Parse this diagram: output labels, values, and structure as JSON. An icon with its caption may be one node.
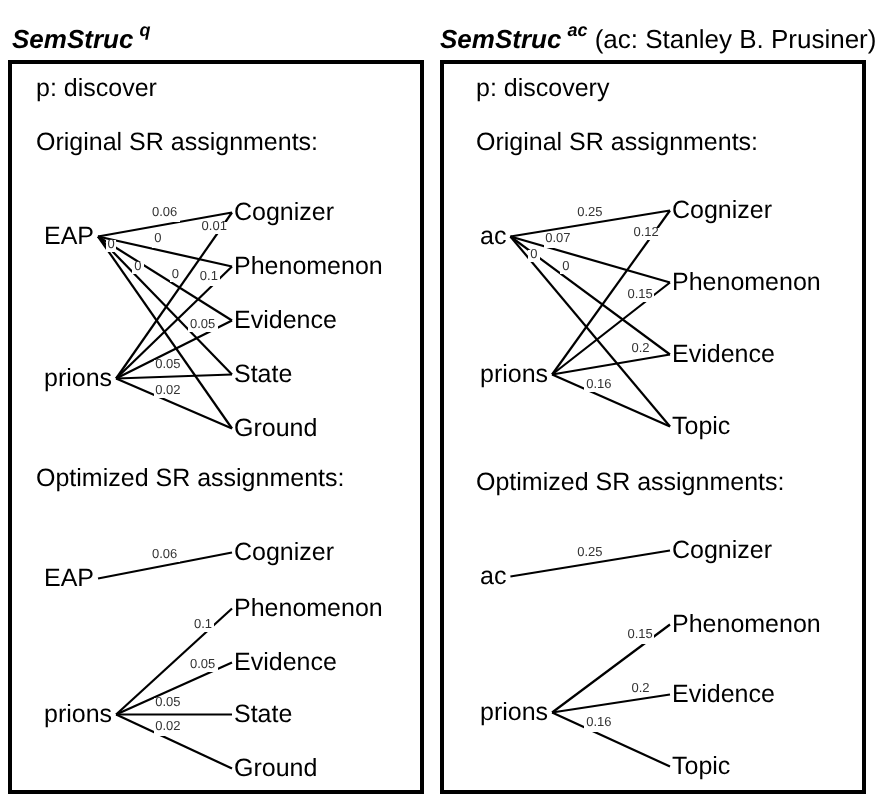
{
  "diagram": {
    "nodes": [
      {
        "text": [
          "**SemStruc**$^{q}$",
          "p: discover",
          "Original SR assignments:",
          "Optimized SR assignments:"
        ]
      },
      {
        "text": [
          "EAP"
        ],
        "in": 0
      },
      {
        "text": [
          "prions"
        ],
        "in": 0
      },
      {
        "text": [
          "Cognizer"
        ],
        "in": 0
      },
      {
        "text": [
          "Phenomenon"
        ],
        "in": 0
      },
      {
        "text": [
          "Evidence"
        ],
        "in": 0
      },
      {
        "text": [
          "State"
        ],
        "in": 0
      },
      {
        "text": [
          "Ground"
        ],
        "in": 0
      },
      {
        "text": [
          "EAP"
        ],
        "in": 0
      },
      {
        "text": [
          "prions"
        ],
        "in": 0
      },
      {
        "text": [
          "Cognizer"
        ],
        "in": 0
      },
      {
        "text": [
          "Phenomenon"
        ],
        "in": 0
      },
      {
        "text": [
          "Evidence"
        ],
        "in": 0
      },
      {
        "text": [
          "State"
        ],
        "in": 0
      },
      {
        "text": [
          "Ground"
        ],
        "in": 0
      },
      {
        "text": [
          "**SemStruc**$^{ac}$ (ac: Stanley B. Prusiner)",
          "p: discovery",
          "Original SR assignments:",
          "Optimized SR assignments:"
        ]
      },
      {
        "text": [
          "ac"
        ],
        "in": 15
      },
      {
        "text": [
          "prions"
        ],
        "in": 15
      },
      {
        "text": [
          "Cognizer"
        ],
        "in": 15
      },
      {
        "text": [
          "Phenomenon"
        ],
        "in": 15
      },
      {
        "text": [
          "Evidence"
        ],
        "in": 15
      },
      {
        "text": [
          "Topic"
        ],
        "in": 15
      },
      {
        "text": [
          "ac"
        ],
        "in": 15
      },
      {
        "text": [
          "prions"
        ],
        "in": 15
      },
      {
        "text": [
          "Cognizer"
        ],
        "in": 15
      },
      {
        "text": [
          "Phenomenon"
        ],
        "in": 15
      },
      {
        "text": [
          "Evidence"
        ],
        "in": 15
      },
      {
        "text": [
          "Topic"
        ],
        "in": 15
      }
    ],
    "edges": [
      {
        "from": 1,
        "to": 3,
        "arrow": "none",
        "label": "0.06"
      },
      {
        "from": 1,
        "to": 4,
        "arrow": "none",
        "label": "0"
      },
      {
        "from": 1,
        "to": 5,
        "arrow": "none",
        "label": "0"
      },
      {
        "from": 1,
        "to": 6,
        "arrow": "none",
        "label": "0"
      },
      {
        "from": 1,
        "to": 7,
        "arrow": "none",
        "label": "0"
      },
      {
        "from": 2,
        "to": 3,
        "arrow": "none",
        "label": "0.01"
      },
      {
        "from": 2,
        "to": 4,
        "arrow": "none",
        "label": "0.1"
      },
      {
        "from": 2,
        "to": 5,
        "arrow": "none",
        "label": "0.05"
      },
      {
        "from": 2,
        "to": 6,
        "arrow": "none",
        "label": "0.05"
      },
      {
        "from": 2,
        "to": 7,
        "arrow": "none",
        "label": "0.02"
      },
      {
        "from": 8,
        "to": 10,
        "arrow": "none",
        "label": "0.06"
      },
      {
        "from": 9,
        "to": 11,
        "arrow": "none",
        "label": "0.1"
      },
      {
        "from": 9,
        "to": 12,
        "arrow": "none",
        "label": "0.05"
      },
      {
        "from": 9,
        "to": 13,
        "arrow": "none",
        "label": "0.05"
      },
      {
        "from": 9,
        "to": 14,
        "arrow": "none",
        "label": "0.02"
      },
      {
        "from": 16,
        "to": 18,
        "arrow": "none",
        "label": "0.25"
      },
      {
        "from": 16,
        "to": 19,
        "arrow": "none",
        "label": "0.07"
      },
      {
        "from": 16,
        "to": 20,
        "arrow": "none",
        "label": "0"
      },
      {
        "from": 16,
        "to": 21,
        "arrow": "none",
        "label": "0"
      },
      {
        "from": 17,
        "to": 18,
        "arrow": "none",
        "label": "0.12"
      },
      {
        "from": 17,
        "to": 19,
        "arrow": "none",
        "label": "0.15"
      },
      {
        "from": 17,
        "to": 20,
        "arrow": "none",
        "label": "0.2"
      },
      {
        "from": 17,
        "to": 21,
        "arrow": "none",
        "label": "0.16"
      },
      {
        "from": 22,
        "to": 24,
        "arrow": "none",
        "label": "0.25"
      },
      {
        "from": 23,
        "to": 25,
        "arrow": "none",
        "label": "0.15"
      },
      {
        "from": 23,
        "to": 26,
        "arrow": "none",
        "label": "0.2"
      },
      {
        "from": 23,
        "to": 27,
        "arrow": "none",
        "label": "0.16"
      }
    ]
  }
}
